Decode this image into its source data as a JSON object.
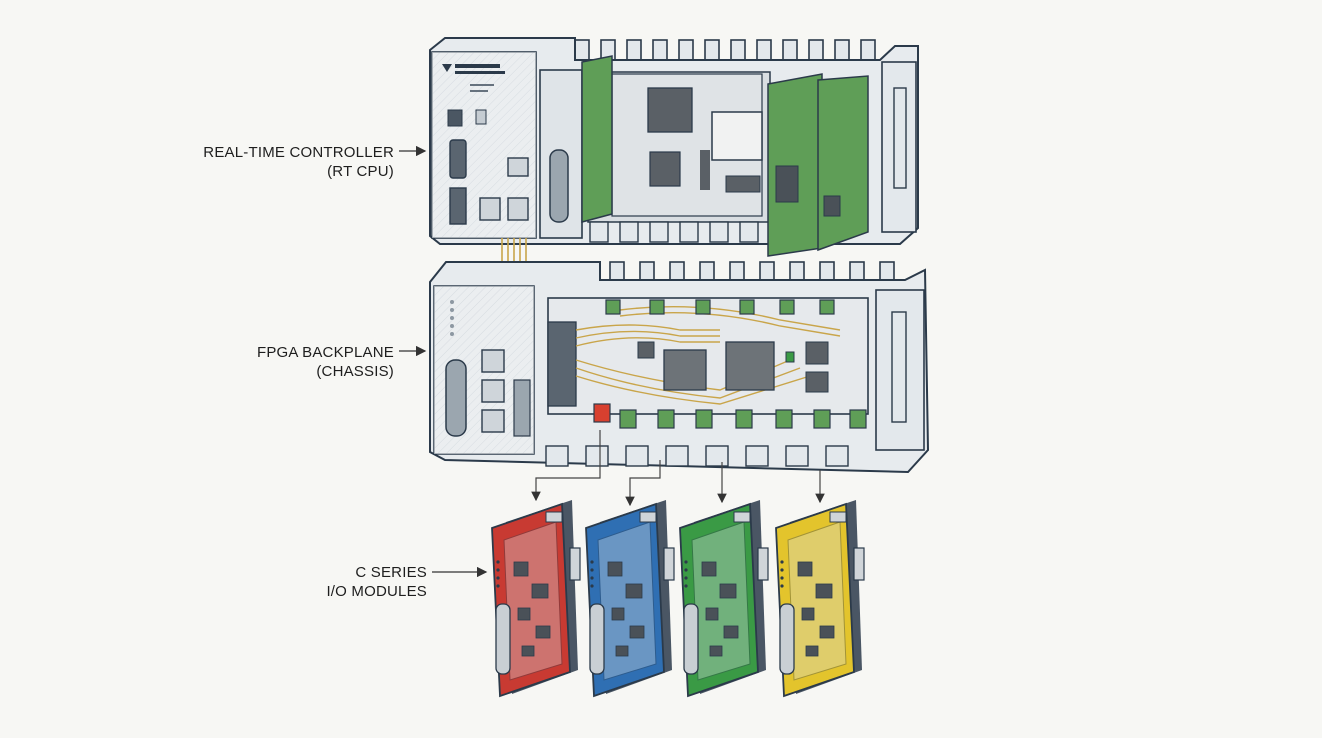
{
  "labels": {
    "controller": {
      "line1": "REAL-TIME CONTROLLER",
      "line2": "(RT CPU)"
    },
    "backplane": {
      "line1": "FPGA BACKPLANE",
      "line2": "(CHASSIS)"
    },
    "modules": {
      "line1": "C SERIES",
      "line2": "I/O MODULES"
    }
  },
  "colors": {
    "background": "#f7f7f4",
    "housing": "#e7ebee",
    "outline": "#2b3a4a",
    "pcb": "#5f9e57",
    "trace": "#c9a54a",
    "module_red": "#c83a32",
    "module_blue": "#2f6fb3",
    "module_green": "#3a9a45",
    "module_yellow": "#e3c42c"
  },
  "modules": [
    {
      "name": "red-module",
      "color": "#c83a32"
    },
    {
      "name": "blue-module",
      "color": "#2f6fb3"
    },
    {
      "name": "green-module",
      "color": "#3a9a45"
    },
    {
      "name": "yellow-module",
      "color": "#e3c42c"
    }
  ],
  "icons": [
    "arrow-right-icon",
    "arrow-down-icon",
    "rj45-port-icon",
    "db25-connector-icon",
    "chip-icon"
  ]
}
